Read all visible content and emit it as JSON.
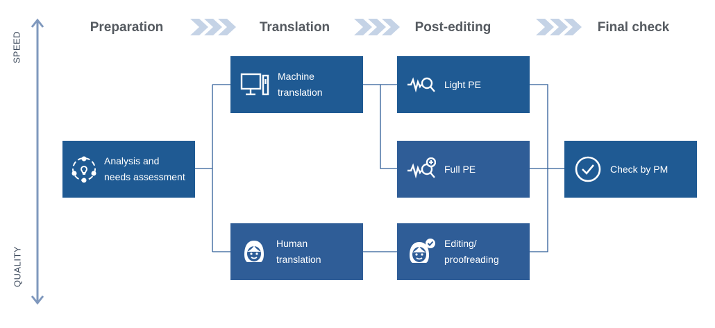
{
  "stages": [
    "Preparation",
    "Translation",
    "Post-editing",
    "Final check"
  ],
  "axis": {
    "top_label": "SPEED",
    "bottom_label": "QUALITY"
  },
  "nodes": {
    "analysis": {
      "label": "Analysis and\nneeds assessment",
      "icon": "ideas-team-icon"
    },
    "machine": {
      "label": "Machine\ntranslation",
      "icon": "computer-icon"
    },
    "human": {
      "label": "Human\ntranslation",
      "icon": "person-face-icon"
    },
    "light_pe": {
      "label": "Light PE",
      "icon": "waveform-search-icon"
    },
    "full_pe": {
      "label": "Full PE",
      "icon": "waveform-search-plus-icon"
    },
    "editing": {
      "label": "Editing/\nproofreading",
      "icon": "person-check-icon"
    },
    "check": {
      "label": "Check by PM",
      "icon": "check-circle-icon"
    }
  },
  "colors": {
    "box_dark": "#1f5a93",
    "box_mid": "#2f5d97",
    "connector": "#2f5d97",
    "axis": "#7f98bd",
    "chevron": "#c5d3e6",
    "stage_text": "#555a60"
  }
}
